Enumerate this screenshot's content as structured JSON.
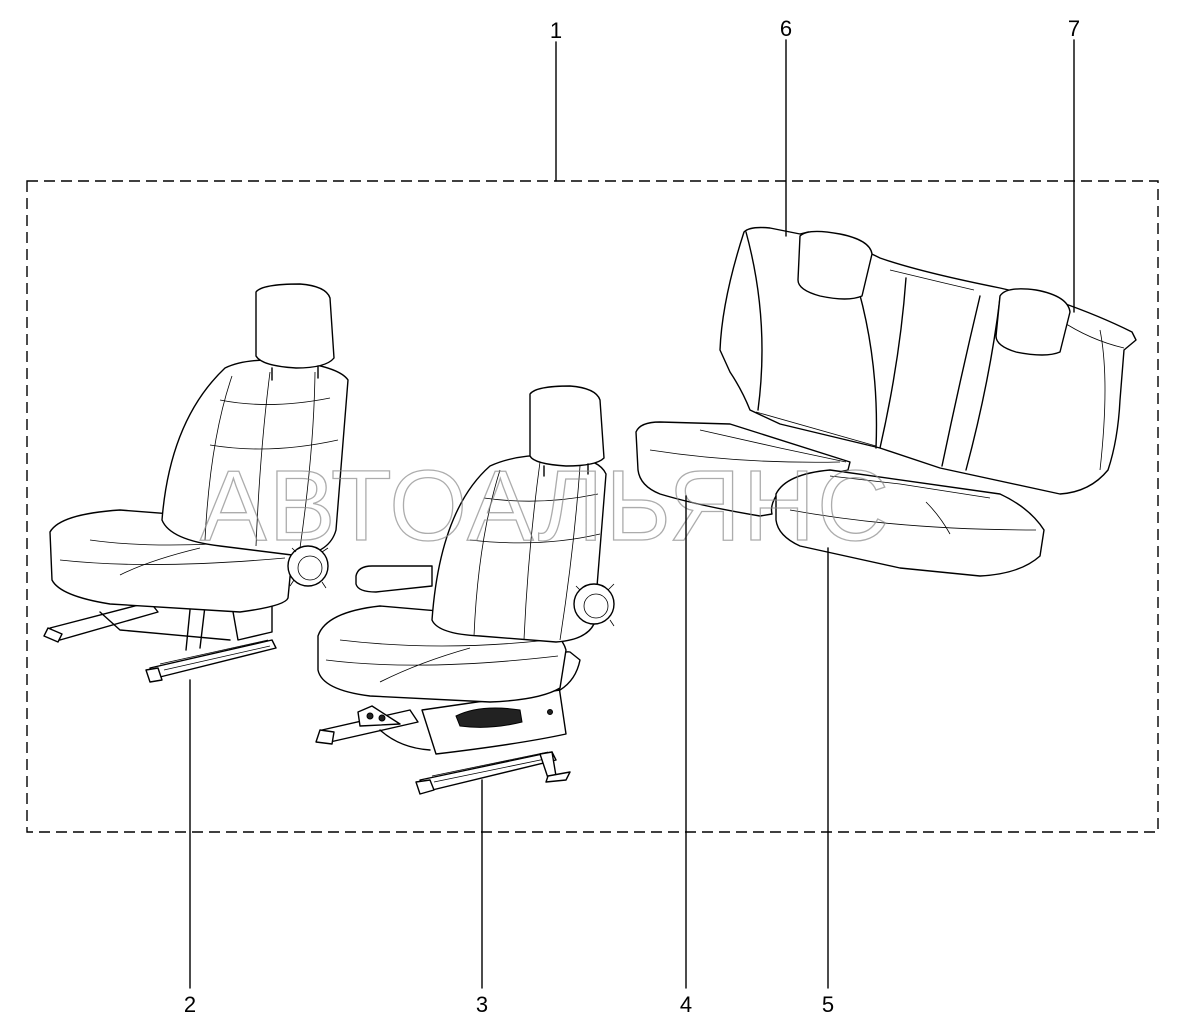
{
  "watermark": "АВТОАЛЬЯНС",
  "callouts": [
    {
      "id": "1",
      "label": "1"
    },
    {
      "id": "2",
      "label": "2"
    },
    {
      "id": "3",
      "label": "3"
    },
    {
      "id": "4",
      "label": "4"
    },
    {
      "id": "5",
      "label": "5"
    },
    {
      "id": "6",
      "label": "6"
    },
    {
      "id": "7",
      "label": "7"
    }
  ]
}
